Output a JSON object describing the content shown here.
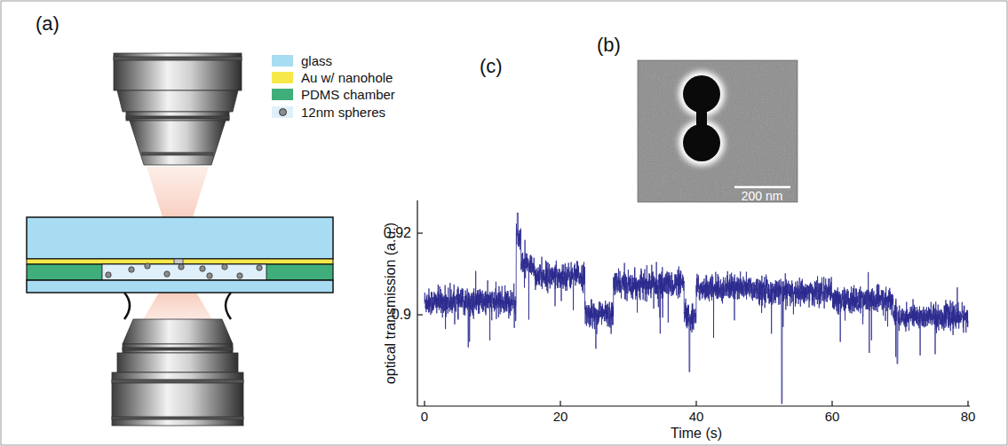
{
  "diagram": {
    "labels": [
      "(a)",
      "(b)",
      "200 nm",
      "(c)",
      "0.92",
      "0.9",
      "optical transmission (a.u.)",
      "0",
      "20",
      "40",
      "60",
      "80",
      "Time (s)"
    ],
    "legend": [
      {
        "text": "glass",
        "color": "#a8dcf3"
      },
      {
        "text": "Au w/ nanohole",
        "color": "#f7e84a"
      },
      {
        "text": "PDMS chamber",
        "color": "#3fae7a"
      },
      {
        "text": "12nm spheres"
      }
    ]
  }
}
